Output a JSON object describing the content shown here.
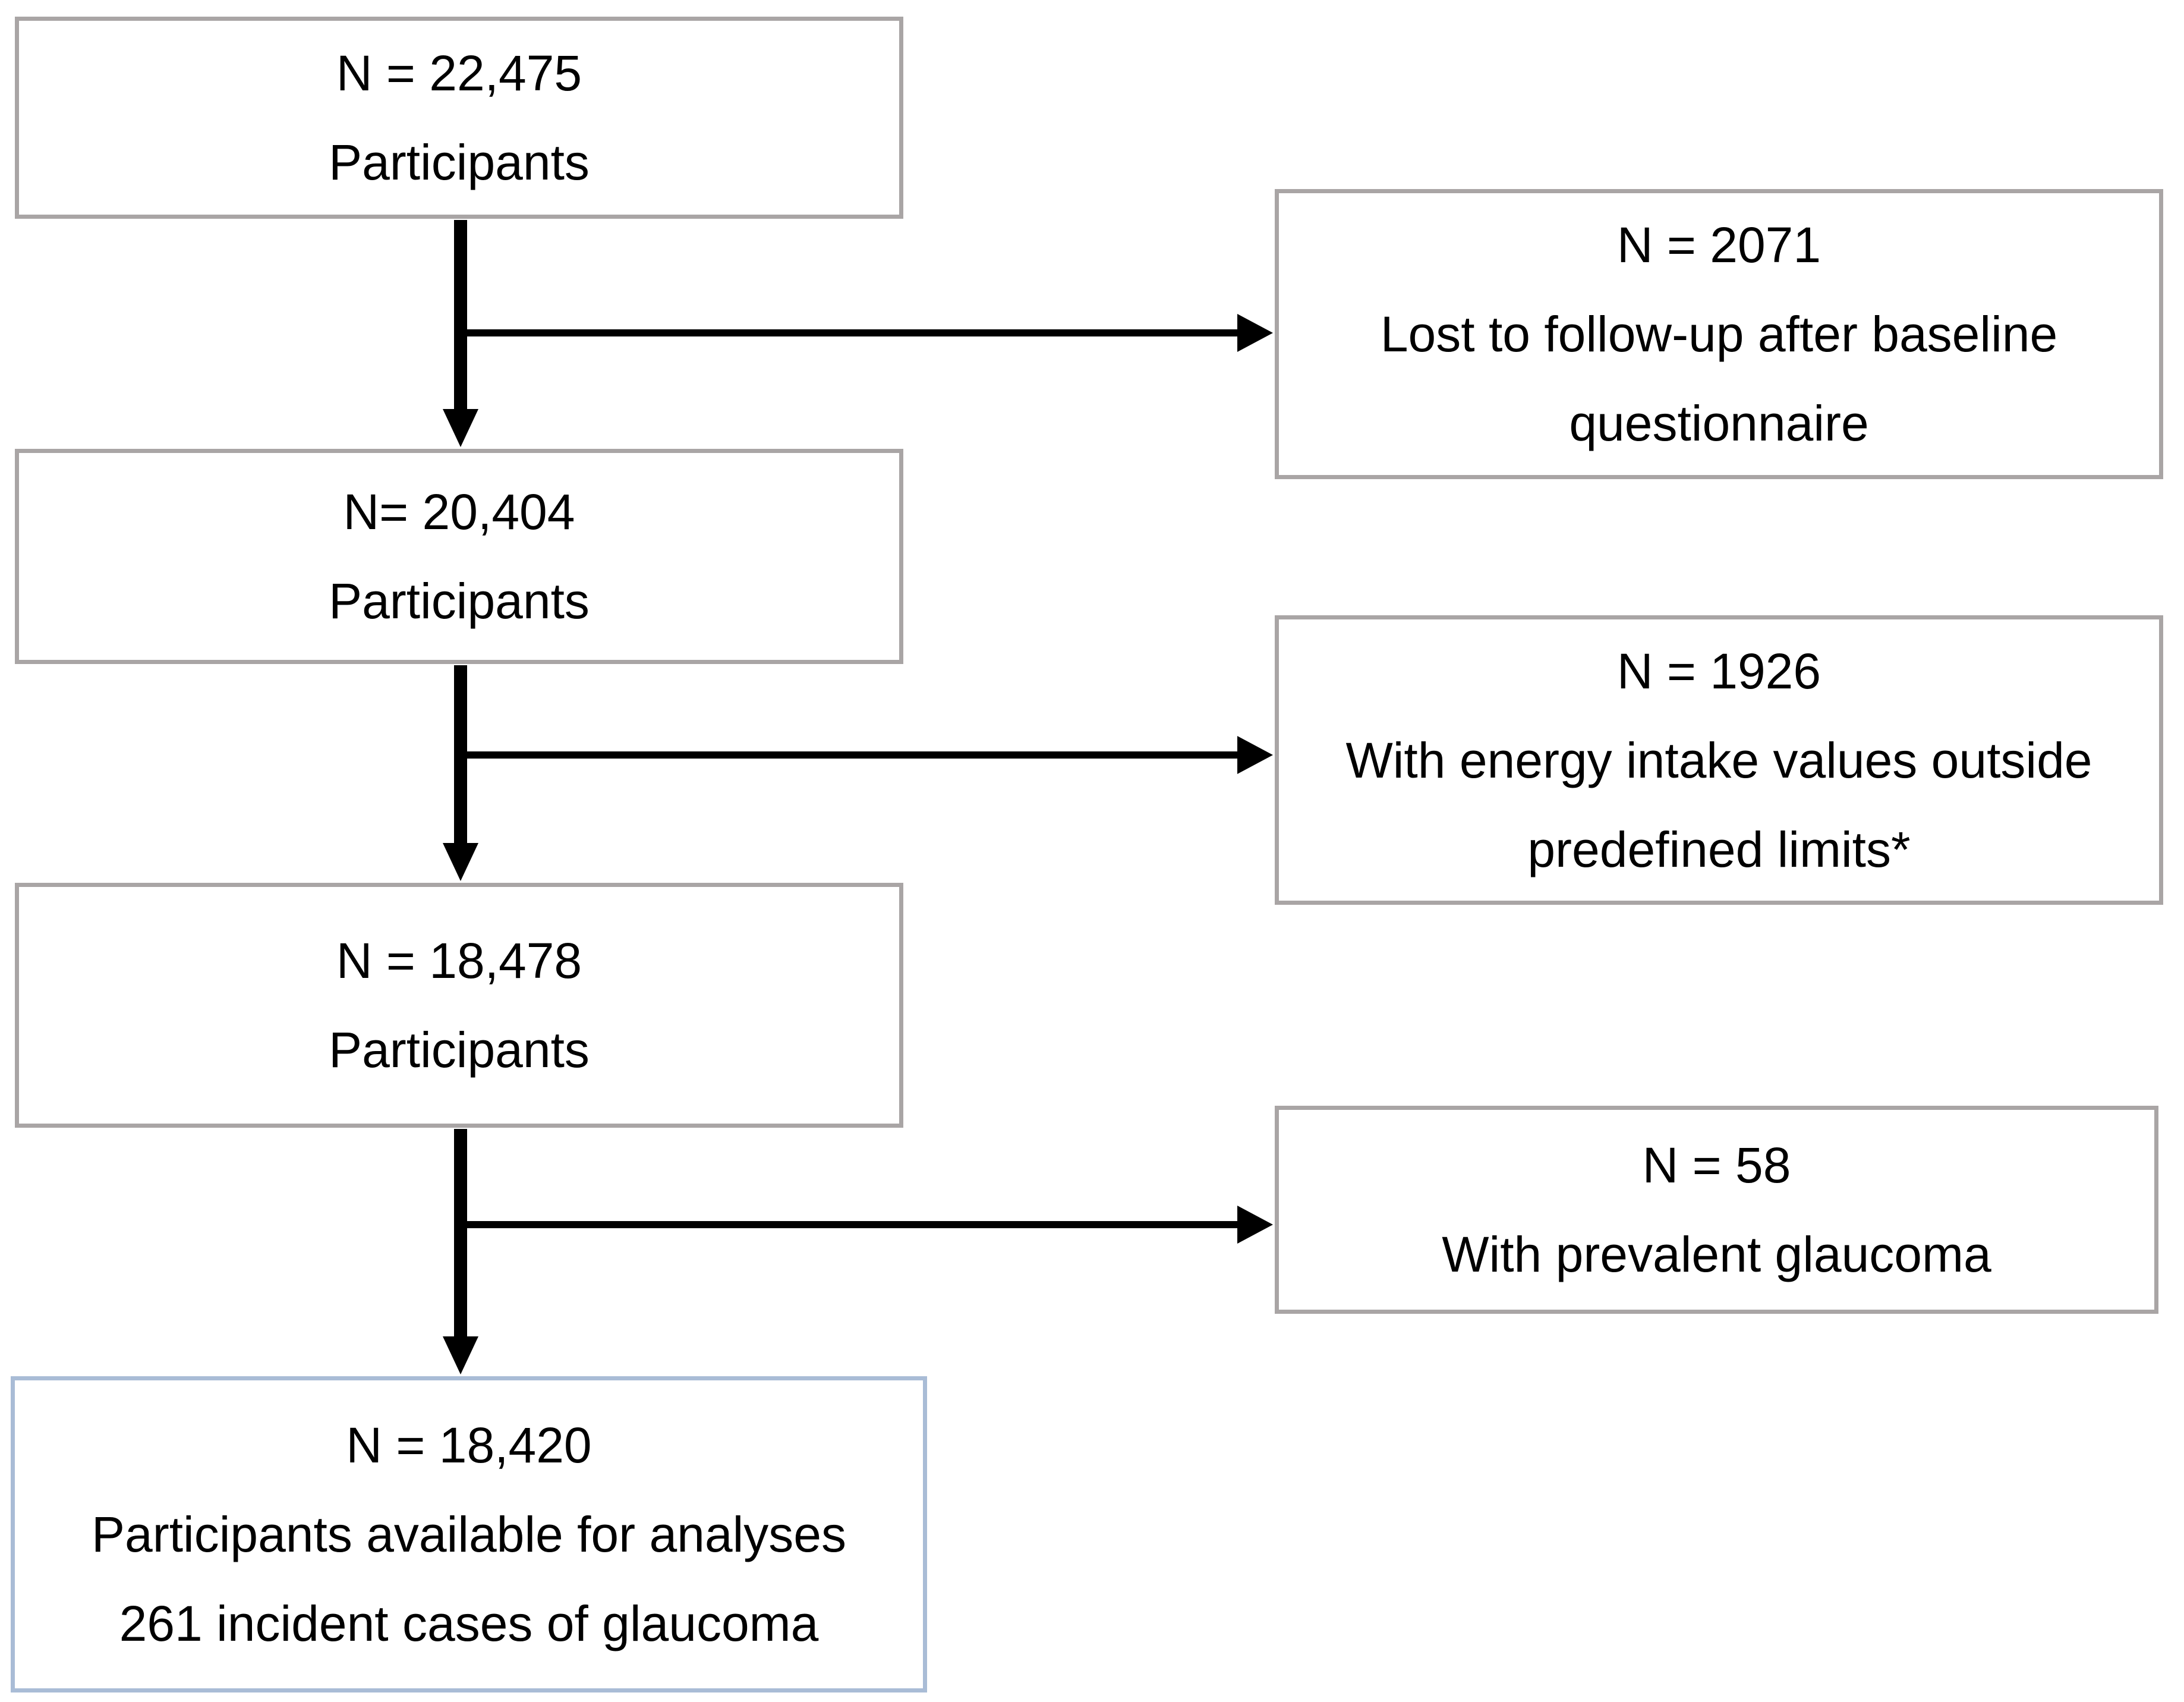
{
  "colors": {
    "background": "#ffffff",
    "text": "#000000",
    "arrow": "#000000",
    "step_box_border": "#a9a5a5",
    "final_box_border": "#a9bcd6"
  },
  "flow": {
    "steps": [
      {
        "lines": [
          "N = 22,475",
          "Participants"
        ]
      },
      {
        "lines": [
          "N= 20,404",
          "Participants"
        ]
      },
      {
        "lines": [
          "N = 18,478",
          "Participants"
        ]
      },
      {
        "lines": [
          "N = 18,420",
          "Participants available for analyses",
          "261 incident cases of glaucoma"
        ]
      }
    ],
    "exclusions": [
      {
        "lines": [
          "N = 2071",
          "Lost to follow-up after baseline",
          "questionnaire"
        ]
      },
      {
        "lines": [
          "N = 1926",
          "With energy intake values outside",
          "predefined limits*"
        ]
      },
      {
        "lines": [
          "N = 58",
          "With prevalent glaucoma"
        ]
      }
    ]
  }
}
